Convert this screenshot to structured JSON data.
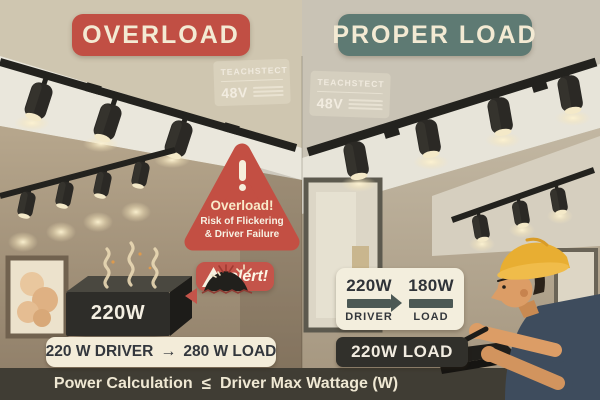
{
  "left": {
    "title": "OVERLOAD",
    "triangle": {
      "title": "Overload!",
      "line1": "Risk of Flickering",
      "line2": "& Driver Failure"
    },
    "driver_box_label": "220W",
    "bubble": {
      "text": "elert!",
      "icon_mark": "!"
    },
    "summary": {
      "driver": "220 W DRIVER",
      "arrow": "→",
      "load": "280 W LOAD"
    }
  },
  "right": {
    "title": "PROPER LOAD",
    "card": {
      "driver_value": "220W",
      "driver_label": "DRIVER",
      "load_value": "180W",
      "load_label": "LOAD"
    },
    "load_pill": "220W LOAD"
  },
  "wall_label": {
    "brand": "TEACHSTECT",
    "voltage": "48V"
  },
  "footer": {
    "left": "Power Calculation",
    "op": "≤",
    "right": "Driver Max Wattage (W)"
  },
  "icons": {
    "exclamation": "!",
    "warning_triangle": "⚠",
    "arrow_right": "→",
    "less_equal": "≤"
  },
  "colors": {
    "overload_red": "#c14f44",
    "proper_teal": "#5e7a73",
    "cream": "#f2ead6",
    "footer_bar": "#403d34",
    "dark_text": "#33373d",
    "pill_dark": "#31302b",
    "track_black": "#23221e",
    "hat_yellow": "#e8ae32"
  }
}
